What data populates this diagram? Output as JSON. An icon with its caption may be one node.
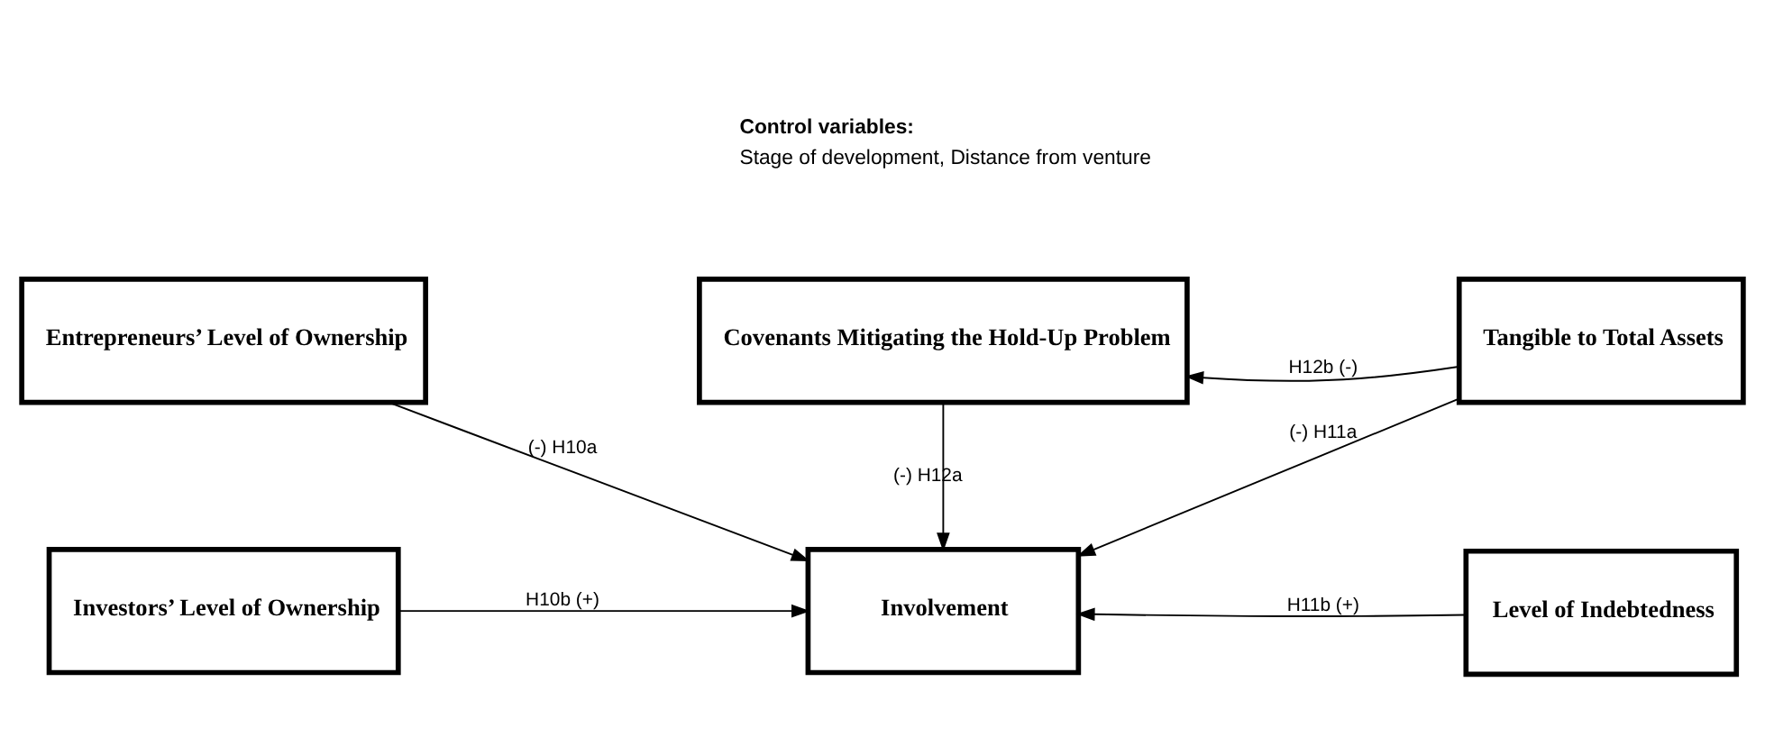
{
  "diagram": {
    "nodes": [
      {
        "text": [
          "Covenants Mitigating the Hold-Up Problem"
        ]
      },
      {
        "text": [
          "Entrepreneurs’ Level of Ownership"
        ]
      },
      {
        "text": [
          "Involvement"
        ]
      },
      {
        "text": [
          "Tangible to Total Assets"
        ]
      },
      {
        "text": [
          "Investors’ Level of Ownership"
        ]
      },
      {
        "text": [
          "Level of Indebtedness"
        ]
      }
    ],
    "edges": [
      {
        "from": 0,
        "to": 2,
        "arrow": "to",
        "label": "(-) H12a"
      },
      {
        "from": 3,
        "to": 0,
        "arrow": "to",
        "label": "H12b (-)"
      },
      {
        "from": 1,
        "to": 2,
        "arrow": "to",
        "label": "(-) H10a"
      },
      {
        "from": 3,
        "to": 2,
        "arrow": "to",
        "label": "(-) H11a"
      },
      {
        "from": 4,
        "to": 2,
        "arrow": "to",
        "label": "H10b (+)"
      },
      {
        "from": 5,
        "to": 2,
        "arrow": "to",
        "label": "H11b (+)"
      }
    ],
    "labels": [
      "Control variables:",
      "Stage of development, Distance from venture"
    ]
  }
}
